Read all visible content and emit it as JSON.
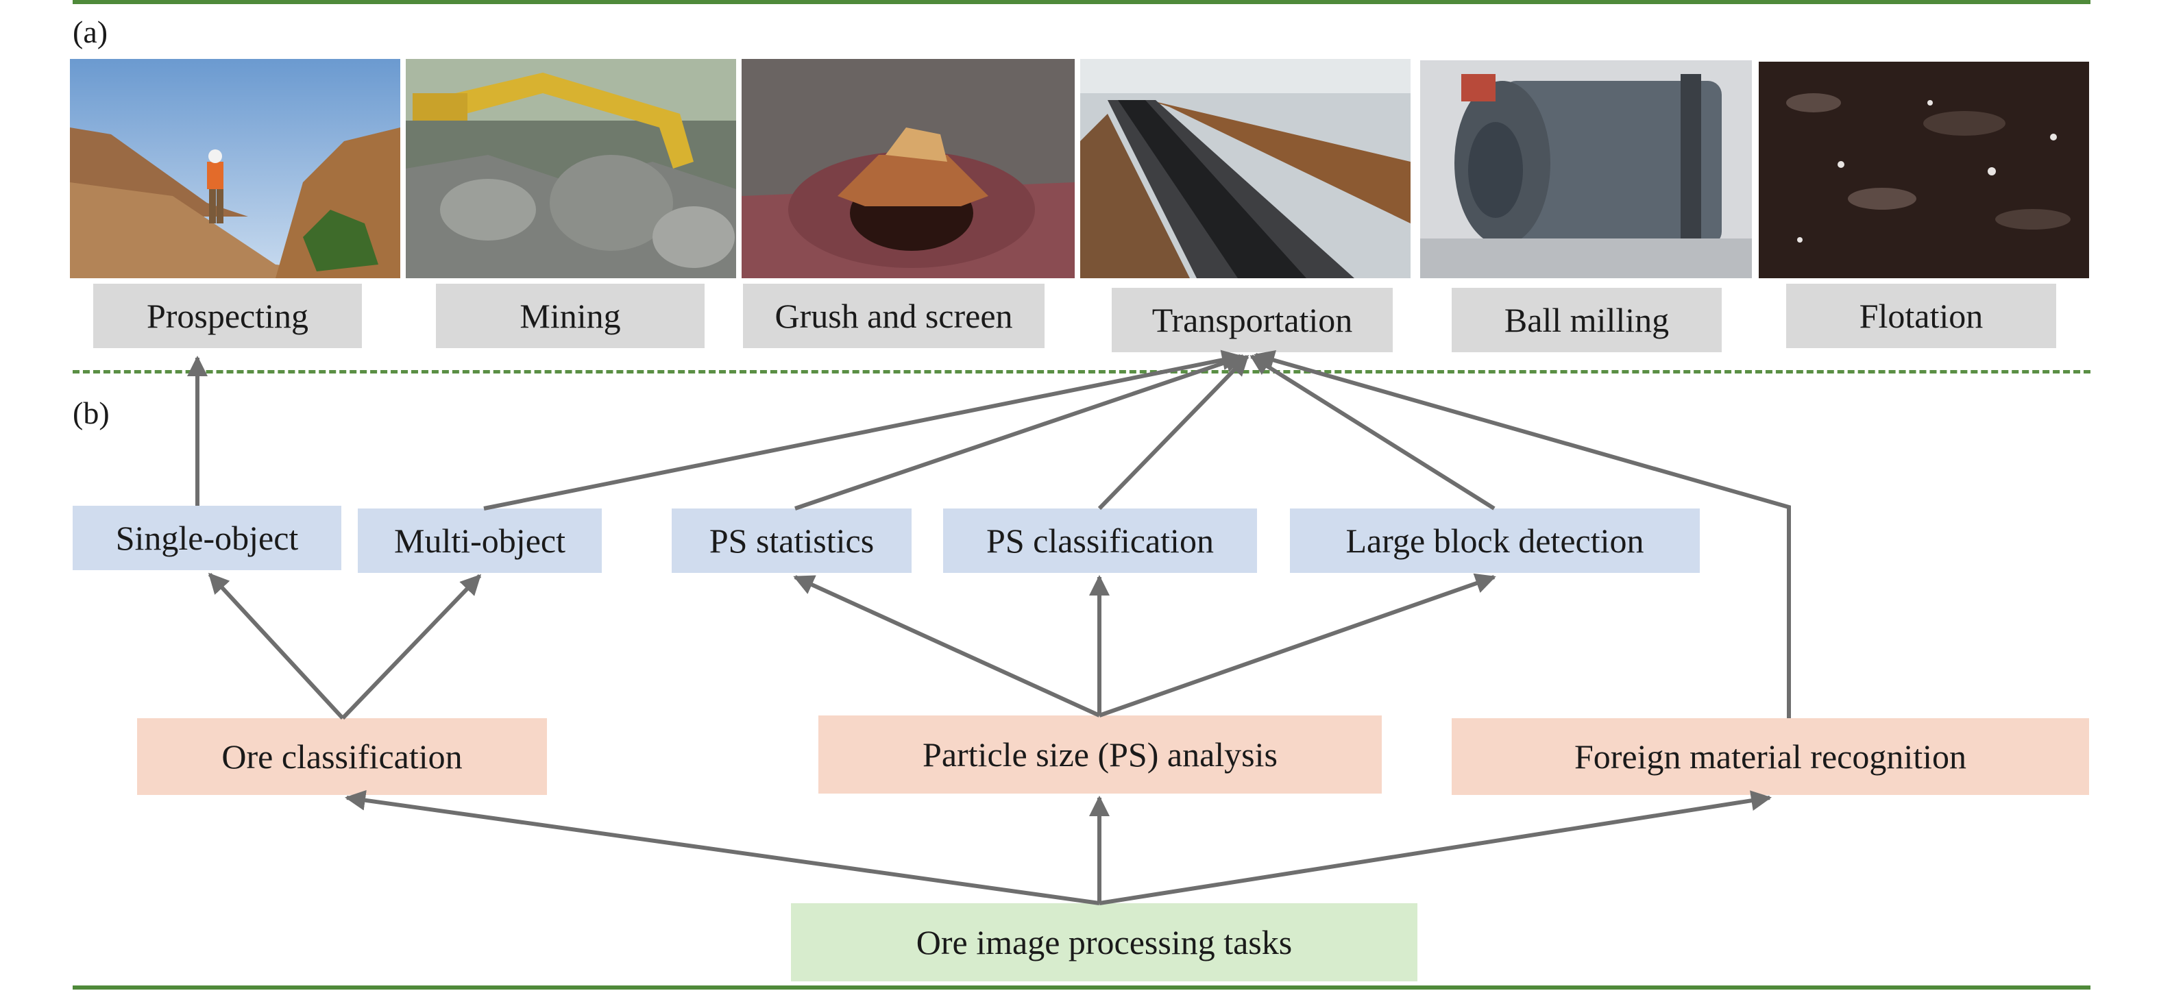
{
  "panels": {
    "a": "(a)",
    "b": "(b)"
  },
  "stages": [
    {
      "key": "prospecting",
      "label": "Prospecting"
    },
    {
      "key": "mining",
      "label": "Mining"
    },
    {
      "key": "crush",
      "label": "Grush and screen"
    },
    {
      "key": "transportation",
      "label": "Transportation"
    },
    {
      "key": "ball-milling",
      "label": "Ball milling"
    },
    {
      "key": "flotation",
      "label": "Flotation"
    }
  ],
  "subtasks": [
    {
      "key": "single-object",
      "label": "Single-object"
    },
    {
      "key": "multi-object",
      "label": "Multi-object"
    },
    {
      "key": "ps-statistics",
      "label": "PS statistics"
    },
    {
      "key": "ps-classification",
      "label": "PS classification"
    },
    {
      "key": "large-block-detection",
      "label": "Large block detection"
    }
  ],
  "tasks": [
    {
      "key": "ore-classification",
      "label": "Ore classification"
    },
    {
      "key": "ps-analysis",
      "label": "Particle size (PS) analysis"
    },
    {
      "key": "foreign-material",
      "label": "Foreign material recognition"
    }
  ],
  "root": {
    "label": "Ore image processing tasks"
  },
  "colors": {
    "rule": "#4f8a3a",
    "stage_box": "#d9d9d9",
    "subtask_box": "#d0dcee",
    "task_box": "#f7d7c8",
    "root_box": "#d7eccd",
    "arrow": "#6e6e6e"
  }
}
